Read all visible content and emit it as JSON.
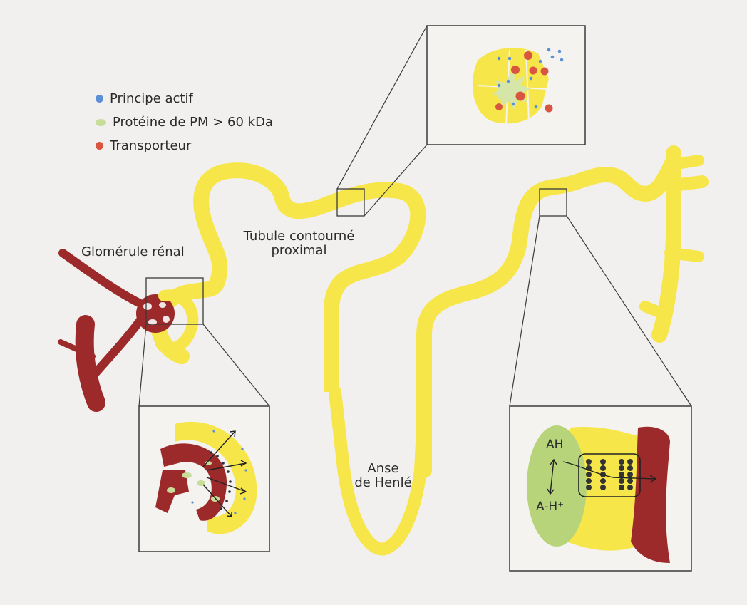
{
  "legend": [
    {
      "label": "Principe actif",
      "color": "#5b8fd6"
    },
    {
      "label": "Protéine de PM > 60 kDa",
      "color": "#c9dd9b"
    },
    {
      "label": "Transporteur",
      "color": "#d9553f"
    }
  ],
  "labels": {
    "glomerule": "Glomérule rénal",
    "tubule_line1": "Tubule contourné",
    "tubule_line2": "proximal",
    "anse_line1": "Anse",
    "anse_line2": "de Henlé",
    "ah": "AH",
    "ah_ion": "A-H⁺"
  },
  "colors": {
    "tubule": "#f7e64a",
    "tubule_light": "#fbf29a",
    "vessel": "#9c2a2a",
    "membrane_cell": "#b7d47a",
    "frame": "#3a3a3a"
  }
}
